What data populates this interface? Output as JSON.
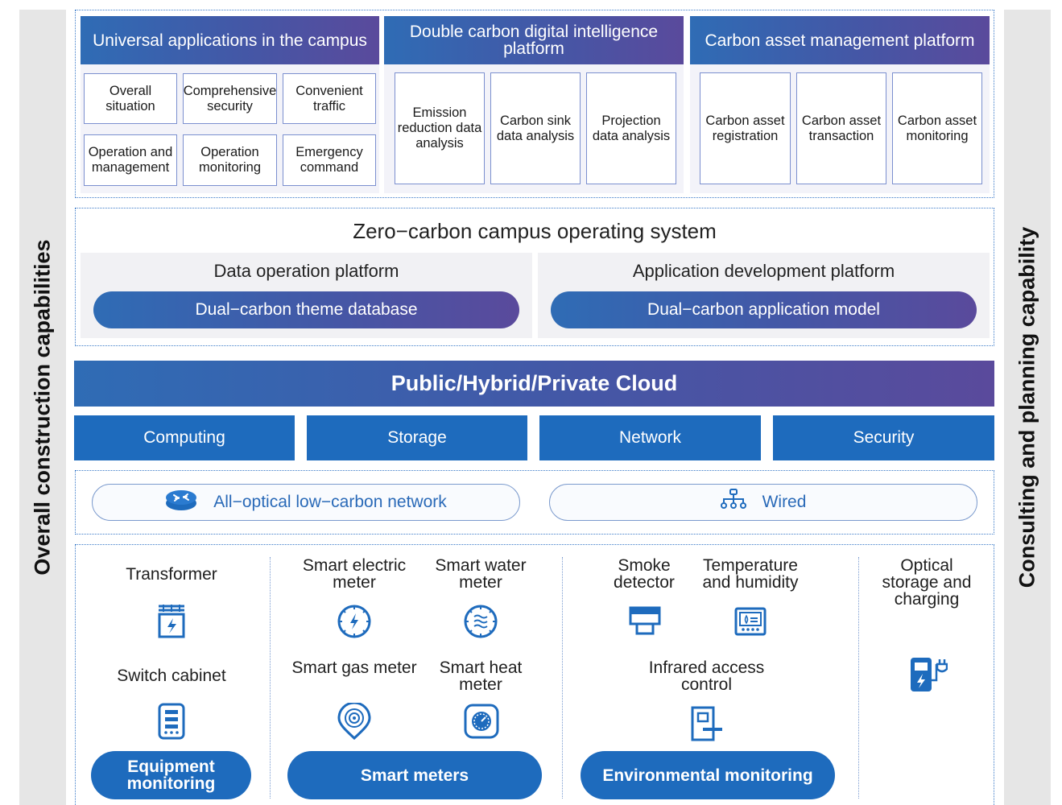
{
  "side": {
    "left": "Overall construction capabilities",
    "right": "Consulting and planning capability"
  },
  "top_sections": [
    {
      "title": "Universal applications in the campus",
      "items": [
        "Overall situation",
        "Comprehensive security",
        "Convenient traffic",
        "Operation and management",
        "Operation monitoring",
        "Emergency command"
      ]
    },
    {
      "title": "Double carbon digital intelligence platform",
      "items": [
        "Emission reduction data analysis",
        "Carbon sink data analysis",
        "Projection data analysis"
      ]
    },
    {
      "title": "Carbon asset management platform",
      "items": [
        "Carbon asset registration",
        "Carbon asset transaction",
        "Carbon asset monitoring"
      ]
    }
  ],
  "os": {
    "title": "Zero−carbon campus operating system",
    "data_platform": {
      "title": "Data operation platform",
      "pill": "Dual−carbon theme database"
    },
    "app_platform": {
      "title": "Application development platform",
      "pill": "Dual−carbon application model"
    }
  },
  "cloud": {
    "title": "Public/Hybrid/Private Cloud",
    "items": [
      "Computing",
      "Storage",
      "Network",
      "Security"
    ]
  },
  "network": {
    "optical": {
      "label": "All−optical low−carbon network",
      "icon": "router-icon"
    },
    "wired": {
      "label": "Wired",
      "icon": "network-tree-icon"
    }
  },
  "devices": {
    "transformer": {
      "label": "Transformer",
      "icon": "transformer-icon"
    },
    "switch_cabinet": {
      "label": "Switch cabinet",
      "icon": "switch-cabinet-icon"
    },
    "electric_meter": {
      "label": "Smart electric meter",
      "icon": "electric-meter-icon"
    },
    "water_meter": {
      "label": "Smart water meter",
      "icon": "water-meter-icon"
    },
    "gas_meter": {
      "label": "Smart gas meter",
      "icon": "gas-meter-icon"
    },
    "heat_meter": {
      "label": "Smart heat meter",
      "icon": "heat-meter-icon"
    },
    "smoke": {
      "label": "Smoke detector",
      "icon": "smoke-detector-icon"
    },
    "temperature": {
      "label": "Temperature and humidity",
      "icon": "thermostat-icon"
    },
    "infrared": {
      "label": "Infrared access control",
      "icon": "access-control-icon"
    },
    "optical_storage": {
      "label": "Optical storage and charging",
      "icon": "charging-station-icon"
    }
  },
  "categories": [
    "Equipment monitoring",
    "Smart meters",
    "Environmental monitoring"
  ],
  "colors": {
    "primary_blue": "#1e6bbd",
    "gradient_start": "#2f6cb5",
    "gradient_end": "#5a4a9c",
    "side_gray": "#e6e6e6"
  }
}
